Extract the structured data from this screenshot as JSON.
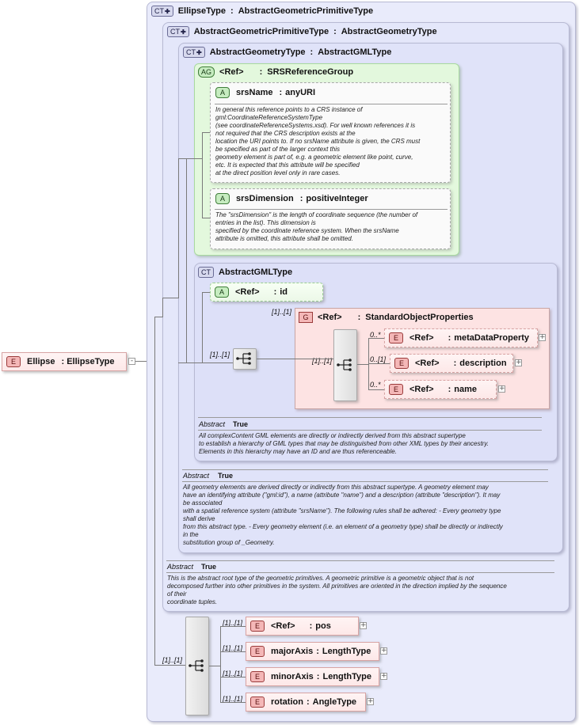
{
  "root": {
    "badge": "E",
    "name": "Ellipse",
    "type": "EllipseType",
    "collapse": "-"
  },
  "ellipse_type": {
    "badge": "CT",
    "title": "EllipseType",
    "base": "AbstractGeometricPrimitiveType",
    "sequence_card": "[1]..[1]",
    "elements": [
      {
        "card": "[1]..[1]",
        "badge": "E",
        "ref": "<Ref>",
        "name": "pos"
      },
      {
        "card": "[1]..[1]",
        "badge": "E",
        "ref": "",
        "name": "majorAxis",
        "type": "LengthType"
      },
      {
        "card": "[1]..[1]",
        "badge": "E",
        "ref": "",
        "name": "minorAxis",
        "type": "LengthType"
      },
      {
        "card": "[1]..[1]",
        "badge": "E",
        "ref": "",
        "name": "rotation",
        "type": "AngleType"
      }
    ]
  },
  "primitive_type": {
    "badge": "CT",
    "title": "AbstractGeometricPrimitiveType",
    "base": "AbstractGeometryType",
    "abstract_label": "Abstract",
    "abstract_value": "True",
    "doc": "This is the abstract root type of the geometric primitives. A geometric primitive is a geometric object that is not\ndecomposed further into other primitives in the system. All primitives are oriented in the direction implied by the sequence\nof their\ncoordinate tuples."
  },
  "geometry_type": {
    "badge": "CT",
    "title": "AbstractGeometryType",
    "base": "AbstractGMLType",
    "abstract_label": "Abstract",
    "abstract_value": "True",
    "doc": "All geometry elements are derived directly or indirectly from this abstract supertype. A geometry element may\nhave an identifying attribute (\"gml:id\"), a name (attribute \"name\") and a description (attribute \"description\"). It may\nbe associated\nwith a spatial reference system (attribute \"srsName\"). The following rules shall be adhered: - Every geometry type\nshall derive\nfrom this abstract type. - Every geometry element (i.e. an element of a geometry type) shall be directly or indirectly\nin the\nsubstitution group of _Geometry."
  },
  "srs_group": {
    "badge": "AG",
    "ref": "<Ref>",
    "name": "SRSReferenceGroup",
    "attributes": [
      {
        "badge": "A",
        "name": "srsName",
        "type": "anyURI",
        "doc": "In general this reference points to a CRS instance of\ngml:CoordinateReferenceSystemType\n(see coordinateReferenceSystems.xsd). For well known references it is\nnot required that the CRS description exists at the\nlocation the URI points to. If no srsName attribute is given, the CRS must\nbe specified as part of the larger context this\ngeometry element is part of, e.g. a geometric element like point, curve,\netc. It is expected that this attribute will be specified\nat the direct position level only in rare cases."
      },
      {
        "badge": "A",
        "name": "srsDimension",
        "type": "positiveInteger",
        "doc": "The \"srsDimension\" is the length of coordinate sequence (the number of\nentries in the list). This dimension is\nspecified by the coordinate reference system. When the srsName\nattribute is omitted, this attribute shall be omitted."
      }
    ]
  },
  "gml_type": {
    "badge": "CT",
    "title": "AbstractGMLType",
    "id_attr": {
      "badge": "A",
      "ref": "<Ref>",
      "name": "id"
    },
    "sequence_card": "[1]..[1]",
    "group": {
      "card": "[1]..[1]",
      "badge": "G",
      "ref": "<Ref>",
      "name": "StandardObjectProperties",
      "sequence_card": "[1]..[1]",
      "elements": [
        {
          "card": "0..*",
          "badge": "E",
          "ref": "<Ref>",
          "name": "metaDataProperty"
        },
        {
          "card": "0..[1]",
          "badge": "E",
          "ref": "<Ref>",
          "name": "description"
        },
        {
          "card": "0..*",
          "badge": "E",
          "ref": "<Ref>",
          "name": "name"
        }
      ]
    },
    "abstract_label": "Abstract",
    "abstract_value": "True",
    "doc": "All complexContent GML elements are directly or indirectly derived from this abstract supertype\nto establish a hierarchy of GML types that may be distinguished from other XML types by their ancestry.\nElements in this hierarchy may have an ID and are thus referenceable."
  },
  "expand_symbol": "+",
  "colors": {
    "ct_bg_outer": "#eef0fb",
    "ct_bg_inner": "#e8ebfb",
    "ag_bg": "#e6f9e1",
    "group_bg": "#fde6e6"
  }
}
